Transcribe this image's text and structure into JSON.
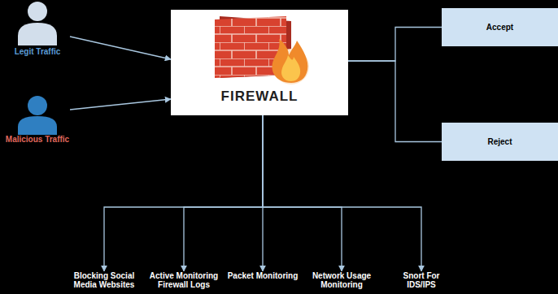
{
  "diagram": {
    "nodes": [
      {
        "text": [
          "Legit Traffic"
        ]
      },
      {
        "text": [
          "FIREWALL"
        ]
      },
      {
        "text": [
          "Accept"
        ]
      },
      {
        "text": [
          "Malicious Traffic"
        ]
      },
      {
        "text": [
          "Reject"
        ]
      },
      {
        "text": [
          "Blocking Social Media Websites"
        ]
      },
      {
        "text": [
          "Active Monitoring Firewall Logs"
        ]
      },
      {
        "text": [
          "Packet Monitoring"
        ]
      },
      {
        "text": [
          "Network Usage Monitoring"
        ]
      },
      {
        "text": [
          "Snort For IDS/IPS"
        ]
      }
    ],
    "edges": [
      {
        "from": 0,
        "to": 1,
        "arrow": "to"
      },
      {
        "from": 3,
        "to": 1,
        "arrow": "to"
      },
      {
        "from": 1,
        "to": 2,
        "arrow": "none"
      },
      {
        "from": 1,
        "to": 4,
        "arrow": "none"
      },
      {
        "from": 1,
        "to": 5,
        "arrow": "to"
      },
      {
        "from": 1,
        "to": 6,
        "arrow": "to"
      },
      {
        "from": 1,
        "to": 7,
        "arrow": "to"
      },
      {
        "from": 1,
        "to": 8,
        "arrow": "to"
      },
      {
        "from": 1,
        "to": 9,
        "arrow": "to"
      }
    ]
  }
}
